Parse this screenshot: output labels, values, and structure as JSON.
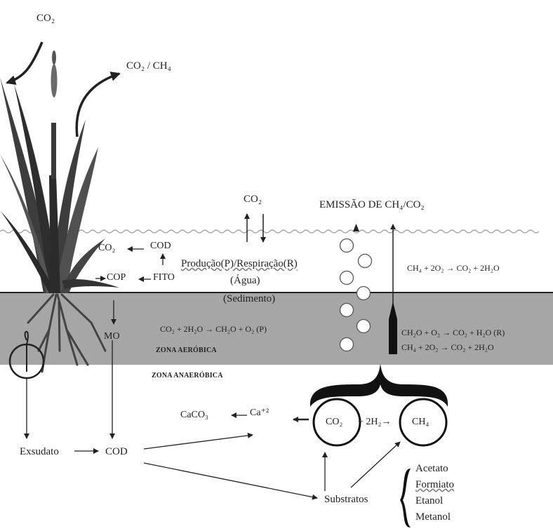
{
  "labels": {
    "co2_top": "CO₂",
    "co2_ch4": "CO₂ / CH₄",
    "co2_mid": "CO₂",
    "emission": "EMISSÃO DE CH₄/CO₂",
    "co2_cod": "CO₂",
    "cod_top": "COD",
    "cop": "COP",
    "fito": "FITO",
    "producao": "Produção(P)/Respiração(R)",
    "agua": "(Água)",
    "sedimento": "(Sedimento)",
    "eq_water": "CH₄ + 2O₂ →  CO₂ + 2H₂O",
    "mo": "MO",
    "eq_sed_1": "CO₂ + 2H₂O → CH₂O + O₂ (P)",
    "eq_sed_2": "CH₂O + O₂ → CO₂ + H₂O (R)",
    "eq_sed_3": "CH₄ + 2O₂ →  CO₂ + 2H₂O",
    "zona_aerobica": "ZONA AERÓBICA",
    "zona_anaerobica": "ZONA ANAERÓBICA",
    "caco3": "CaCO₃",
    "ca": "Ca⁺²",
    "co2_circle": "CO₂",
    "h2": "+ 2H₂→",
    "ch4_circle": "CH₄",
    "exsudato": "Exsudato",
    "cod_bottom": "COD",
    "substratos": "Substratos",
    "substrates_list": [
      "Acetato",
      "Formiato",
      "Etanol",
      "Metanol"
    ]
  },
  "colors": {
    "sediment": "#a6a6a6",
    "plant": "#3a3a3a",
    "line": "#222222"
  }
}
